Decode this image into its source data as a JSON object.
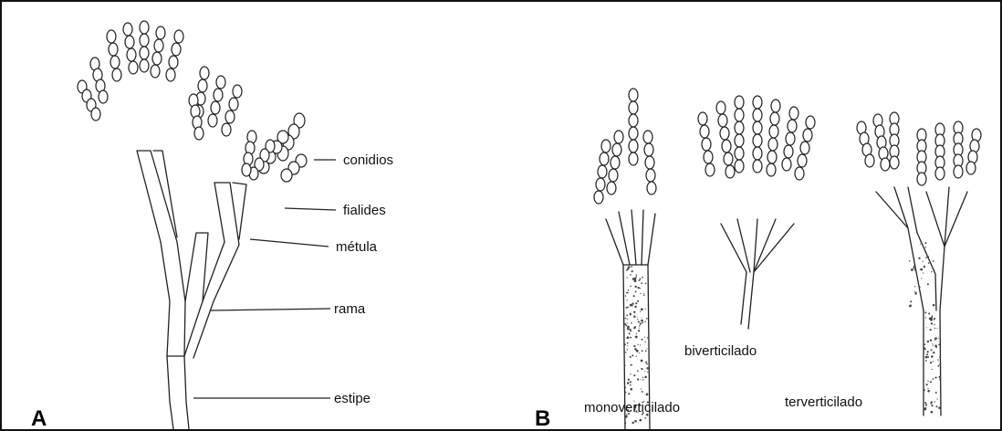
{
  "panel_a": {
    "letter": "A",
    "labels": {
      "conidios": "conidios",
      "fialides": "fialides",
      "metula": "métula",
      "rama": "rama",
      "estipe": "estipe"
    }
  },
  "panel_b": {
    "letter": "B",
    "labels": {
      "monoverticilado": "monoverticilado",
      "biverticilado": "biverticilado",
      "terverticilado": "terverticilado"
    }
  }
}
